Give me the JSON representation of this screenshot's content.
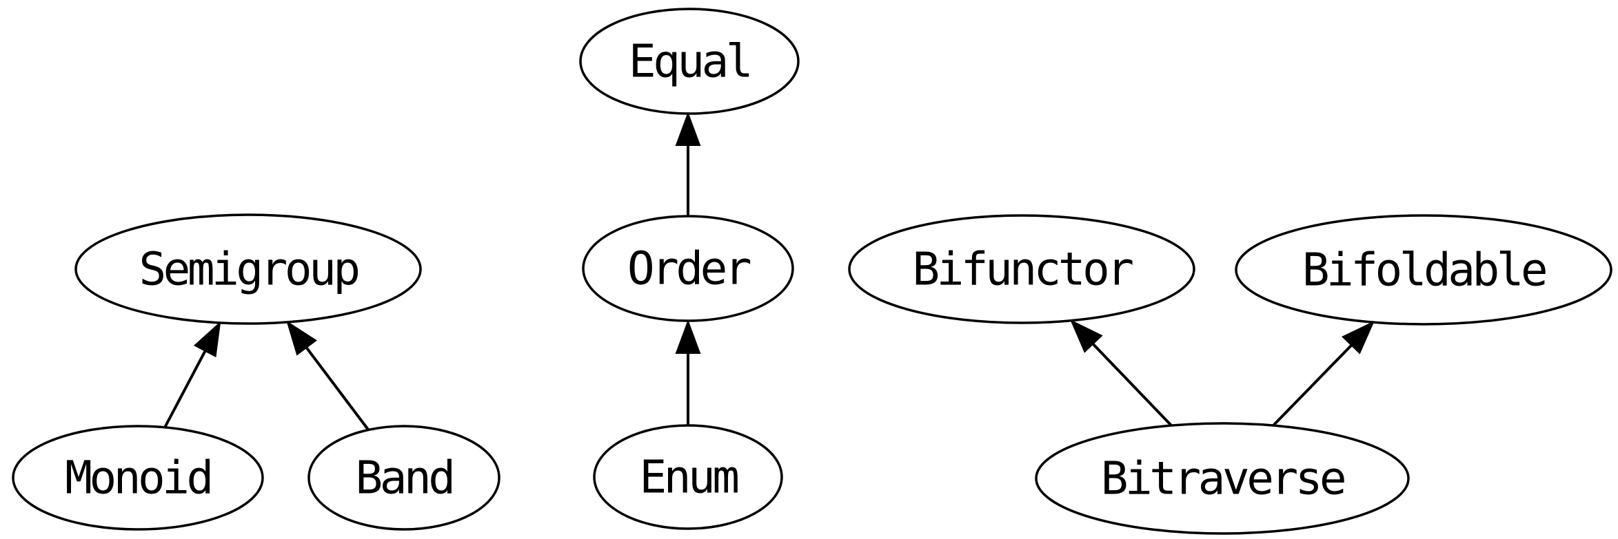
{
  "diagram": {
    "type": "class-hierarchy-graph",
    "background_color": "#ffffff",
    "node_fill_color": "#ffffff",
    "stroke_color": "#000000",
    "text_color": "#000000",
    "nodes": [
      {
        "id": "equal",
        "label": "Equal"
      },
      {
        "id": "order",
        "label": "Order"
      },
      {
        "id": "enum",
        "label": "Enum"
      },
      {
        "id": "semigroup",
        "label": "Semigroup"
      },
      {
        "id": "monoid",
        "label": "Monoid"
      },
      {
        "id": "band",
        "label": "Band"
      },
      {
        "id": "bifunctor",
        "label": "Bifunctor"
      },
      {
        "id": "bifoldable",
        "label": "Bifoldable"
      },
      {
        "id": "bitraverse",
        "label": "Bitraverse"
      }
    ],
    "edges": [
      {
        "from": "Order",
        "to": "Equal"
      },
      {
        "from": "Enum",
        "to": "Order"
      },
      {
        "from": "Monoid",
        "to": "Semigroup"
      },
      {
        "from": "Band",
        "to": "Semigroup"
      },
      {
        "from": "Bitraverse",
        "to": "Bifunctor"
      },
      {
        "from": "Bitraverse",
        "to": "Bifoldable"
      }
    ]
  }
}
